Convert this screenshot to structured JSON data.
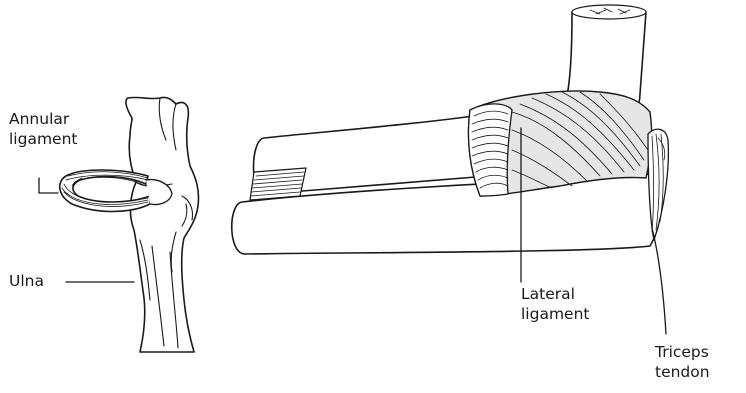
{
  "labels": {
    "annular": {
      "line1": "Annular",
      "line2": "ligament"
    },
    "ulna": "Ulna",
    "lateral": {
      "line1": "Lateral",
      "line2": "ligament"
    },
    "triceps": {
      "line1": "Triceps",
      "line2": "tendon"
    }
  }
}
